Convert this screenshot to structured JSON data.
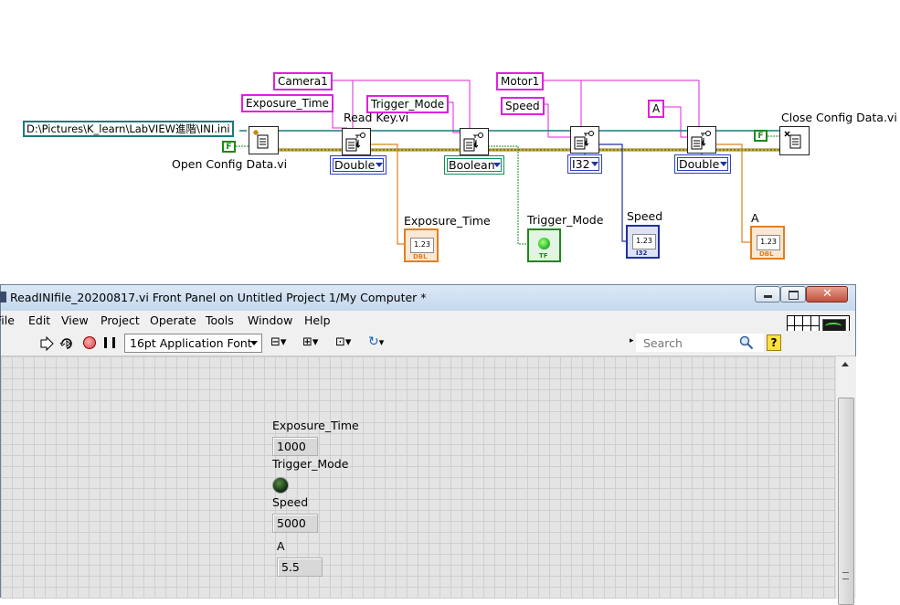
{
  "block_diagram": {
    "path_constant": "D:\\Pictures\\K_learn\\LabVIEW進階\\INI.ini",
    "bool_false": "F",
    "nodes": {
      "open_config": "Open Config Data.vi",
      "read_key": "Read Key.vi",
      "close_config": "Close Config Data.vi"
    },
    "section_constants": [
      "Camera1",
      "Motor1"
    ],
    "key_constants": [
      "Exposure_Time",
      "Trigger_Mode",
      "Speed",
      "A"
    ],
    "type_constants": [
      "Double",
      "Boolean",
      "I32",
      "Double"
    ],
    "indicators": {
      "exposure_label": "Exposure_Time",
      "trigger_label": "Trigger_Mode",
      "speed_label": "Speed",
      "a_label": "A",
      "dbl_glyph": "1.23",
      "dbl_tag": "DBL",
      "i32_tag": "I32",
      "tf_tag": "TF"
    },
    "wire_colors": {
      "refnum": "#1a7a7a",
      "error": "#8a7a10",
      "string": "#e020e0",
      "double": "#e08020",
      "int": "#2030a0",
      "bool": "#1a8a1a"
    }
  },
  "window": {
    "title": "ReadINIfile_20200817.vi Front Panel on Untitled Project 1/My Computer *",
    "menu": [
      "File",
      "Edit",
      "View",
      "Project",
      "Operate",
      "Tools",
      "Window",
      "Help"
    ],
    "font_select": "16pt Application Font",
    "search_placeholder": "Search"
  },
  "front_panel": {
    "exposure_label": "Exposure_Time",
    "exposure_value": "1000",
    "trigger_label": "Trigger_Mode",
    "speed_label": "Speed",
    "speed_value": "5000",
    "a_label": "A",
    "a_value": "5.5"
  }
}
